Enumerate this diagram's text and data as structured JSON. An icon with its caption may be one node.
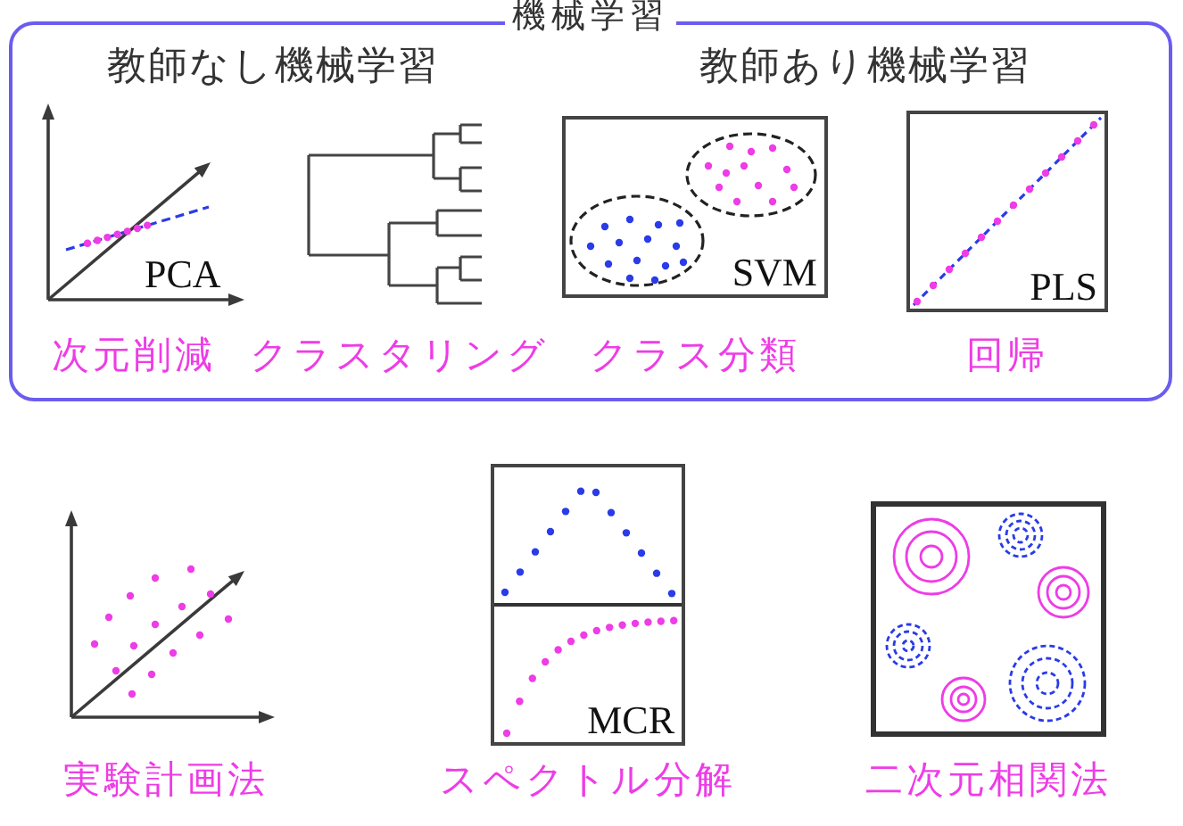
{
  "diagram": {
    "nodes": [
      {
        "text": [
          "機械学習"
        ]
      },
      {
        "text": [
          "SVM"
        ],
        "in": 0,
        "beside": [
          "クラス分類"
        ]
      },
      {
        "text": [
          "PLS"
        ],
        "in": 0,
        "beside": [
          "回帰"
        ]
      },
      {
        "text": [
          "MCR"
        ],
        "beside": [
          "スペクトル分解"
        ]
      },
      {
        "text": [],
        "shape": "box",
        "beside": [
          "二次元相関法"
        ]
      }
    ],
    "labels": [
      "教師なし機械学習",
      "教師あり機械学習",
      "PCA",
      "次元削減",
      "クラスタリング",
      "実験計画法"
    ]
  }
}
